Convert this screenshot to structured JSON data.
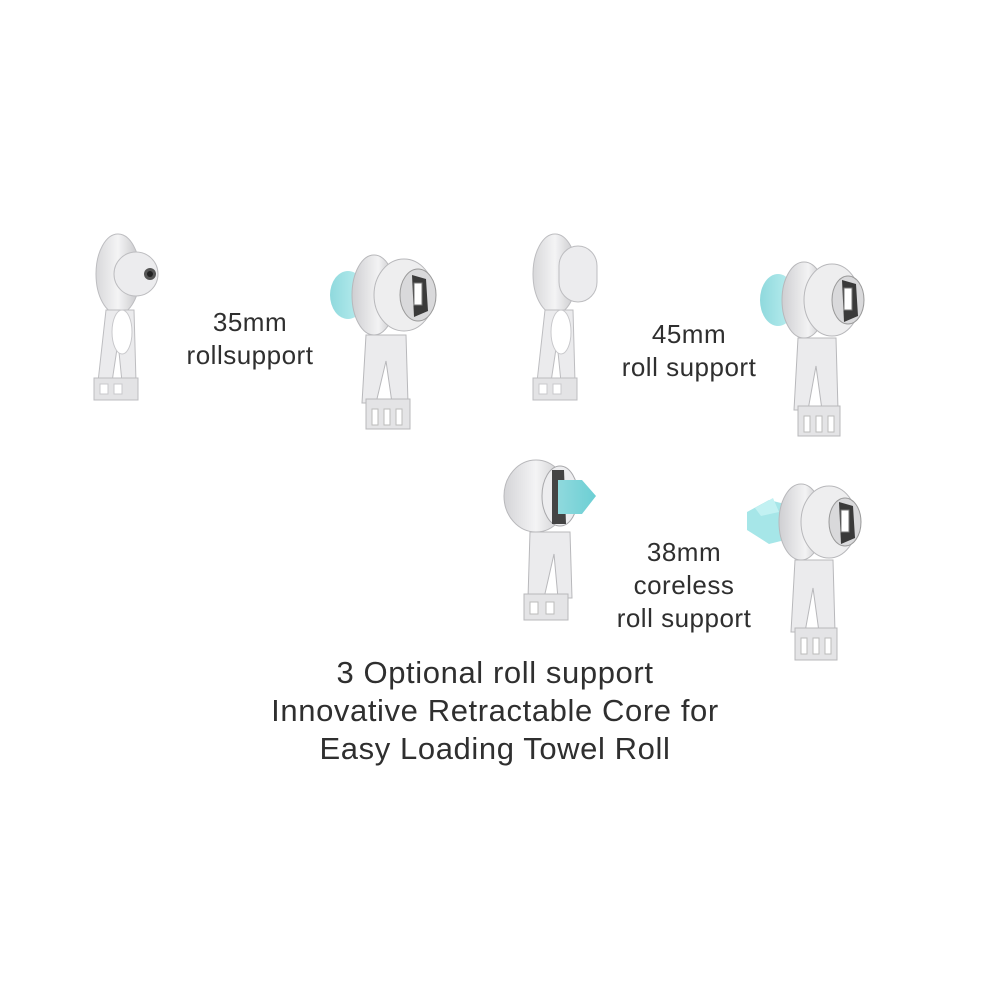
{
  "labels": {
    "support_35": {
      "line1": "35mm",
      "line2": "rollsupport"
    },
    "support_45": {
      "line1": "45mm",
      "line2": "roll support"
    },
    "support_38": {
      "line1": "38mm",
      "line2": "coreless",
      "line3": "roll support"
    }
  },
  "caption": {
    "line1": "3 Optional roll support",
    "line2": "Innovative Retractable Core for",
    "line3": "Easy Loading Towel Roll"
  },
  "colors": {
    "background": "#ffffff",
    "text": "#2f2f2f",
    "plastic": "#e9e9ea",
    "plastic_shade": "#c9c9cc",
    "accent_core": "#9fe3e6",
    "dark_gear": "#3a3a3a"
  }
}
